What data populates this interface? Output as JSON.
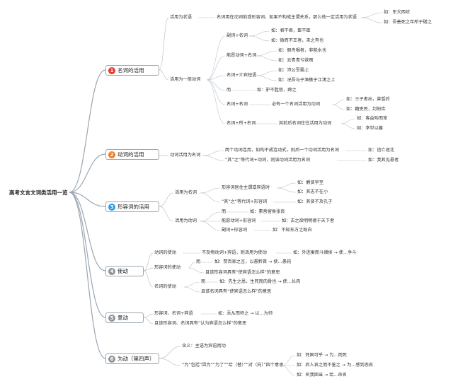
{
  "root": "高考文言文词类活用一览",
  "categories": [
    {
      "num": "1",
      "label": "名词的活用",
      "color": "#e23a2f"
    },
    {
      "num": "2",
      "label": "动词的活用",
      "color": "#f07c22"
    },
    {
      "num": "3",
      "label": "形容词的活用",
      "color": "#2f9be0"
    },
    {
      "num": "4",
      "label": "使动",
      "color": "#8e949b"
    },
    {
      "num": "5",
      "label": "意动",
      "color": "#8e949b"
    },
    {
      "num": "6",
      "label": "为动（第四声）",
      "color": "#8e949b"
    }
  ],
  "n": {
    "c1_adv": "活用为状语",
    "c1_adv_rule": "名词用在动词前或形容词，如果不构成主谓关系，那么他一定活用为状语",
    "c1_adv_ex1": "如：东犬西吠",
    "c1_adv_ex2": "如：吾善死之年所于磋之",
    "c1_verb": "活用为一般动词",
    "c1_v1": "副词+名词",
    "c1_v1_ex1": "如：君不君，臣不臣",
    "c1_v1_ex2": "如：微而不王者，未之有也",
    "c1_v2": "能愿动词+名词",
    "c1_v2_ex1": "如：假舟楫者，非能水也",
    "c1_v2_ex2": "如：云青青兮欲雨",
    "c1_v3": "名词+介宾短语",
    "c1_v3_ex1": "如：沛公军霸上",
    "c1_v3_ex2": "如：况吾与子渔樵于江渚之上",
    "c1_v4": "而",
    "c1_v4_ex": "如：驴不胜怒，蹄之",
    "c1_v5": "名词+名词",
    "c1_v5_rule": "必有一个名词活用为动词",
    "c1_v5_ex1": "如：三子者出，曾皙后",
    "c1_v5_ex2": "如：籍吏民，封府库",
    "c1_v6": "名词+所+名词",
    "c1_v6_rule": "其前后名词往往活用为动词",
    "c1_v6_ex1": "如：客益殆而室",
    "c1_v6_ex2": "如：李世以暮",
    "c2_noun": "动词活用为名词",
    "c2_r1": "两个动词连用，如构不成连动式，则后一个动词活用为名词",
    "c2_r1_ex": "如：追亡逐北",
    "c2_r2": "“其”之“等代词+动词，则该动词活用为名词",
    "c2_r2_ex": "如：我其见悬者",
    "c3_noun": "活用为名词",
    "c3_n1": "形容词居住主谓或宾语时",
    "c3_n1_ex1": "如：爵贤宇至",
    "c3_n1_ex2": "如：其志不在小",
    "c3_n2": "“其”之“等代词+形容词",
    "c3_n2_ex": "如：其贤不及孔子",
    "c3_verb": "活用为动词",
    "c3_v1": "而",
    "c3_v1_ex": "如：素善留侯张良",
    "c3_v2": "能愿动词+形容词",
    "c3_v2_ex": "如：古之欲明明德于天下者",
    "c3_v3": "副词+形容词",
    "c3_v3_ex": "如：不知东方之既白",
    "c4_verb": "动词的使动",
    "c4_verb_rule": "不及物动词+宾语，则活用为使动",
    "c4_verb_ex": "如：外连衡而斗诸侯 → 使…争斗",
    "c4_adj": "形容词的使动",
    "c4_adj_er": "而",
    "c4_adj_ex": "如：赞百家之言，以愚黔首 → 使…愚钝",
    "c4_adj_rule": "且该形容词具有“使宾语怎么样”的意思",
    "c4_noun": "名词的使动",
    "c4_noun_er": "而",
    "c4_noun_ex": "如：先生之恩，生死而肉骨也 → 使…长肉",
    "c4_noun_rule": "且该名词具有“使宾语怎么样”的意思",
    "c5_r1": "形容词、名词+宾语",
    "c5_r1_ex": "如：吾从而师之 → 以…为师",
    "c5_r2": "且该形容词、名词具有“认为宾语怎么样”的意思",
    "c6_meaning": "含义：主语为宾语而动",
    "c6_rule": "“为”包括“因为”“为了”“给（替）”“对（向）”四个意思",
    "c6_ex1": "如：死国可乎 → 为…而死",
    "c6_ex2": "如：后人哀之而不鉴之 → 为…感到悲哀",
    "c6_ex3": "如：名我固当 → 给…命名"
  }
}
